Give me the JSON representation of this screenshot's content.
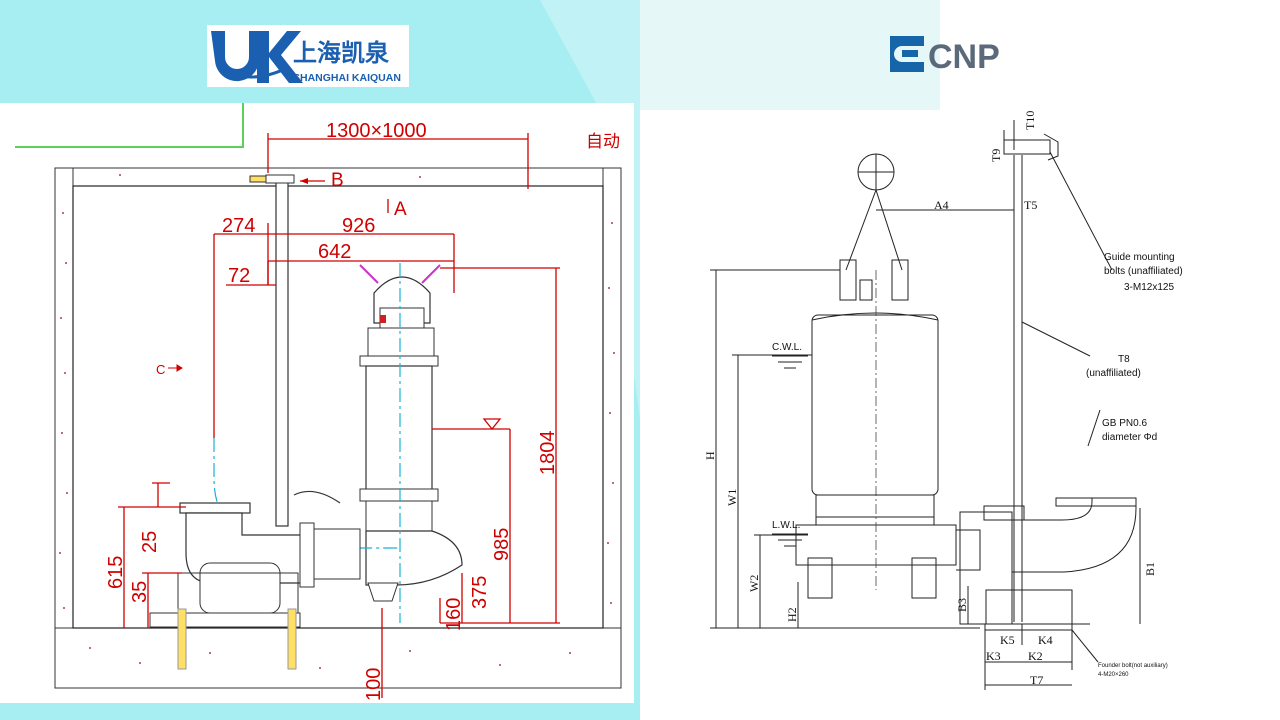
{
  "header": {
    "logo_left": {
      "chinese": "上海凯泉",
      "english": "SHANGHAI KAIQUAN",
      "brand_color": "#1b5fb0"
    },
    "logo_right": {
      "text": "CNP",
      "brand_color": "#1565a8"
    }
  },
  "left_drawing": {
    "pit_dimension": "1300×1000",
    "top_right_label": "自动",
    "section_labels": [
      "A",
      "B",
      "C"
    ],
    "horizontal_dims": [
      "274",
      "926",
      "642",
      "72"
    ],
    "vertical_dims": [
      "1804",
      "985",
      "375",
      "160",
      "615",
      "25",
      "35",
      "100"
    ],
    "dim_color": "#d00000"
  },
  "right_drawing": {
    "dims": [
      "A4",
      "T5",
      "T9",
      "T10",
      "H",
      "W1",
      "W2",
      "H2",
      "B3",
      "B1",
      "K5",
      "K4",
      "K3",
      "K2",
      "T7"
    ],
    "water_levels": [
      "C.W.L.",
      "L.W.L."
    ],
    "callouts": {
      "guide_mounting": [
        "Guide mounting",
        "bolts (unaffiliated)",
        "3-M12x125"
      ],
      "t8": [
        "T8",
        "(unaffiliated)"
      ],
      "gb": [
        "GB PN0.6",
        "diameter Φd"
      ],
      "founder_bolt": [
        "Founder bolt(not auxiliary)",
        "4-M20×260"
      ]
    }
  },
  "background": {
    "primary_color": "#a6eef2",
    "secondary_color": "#e3f5f6"
  }
}
